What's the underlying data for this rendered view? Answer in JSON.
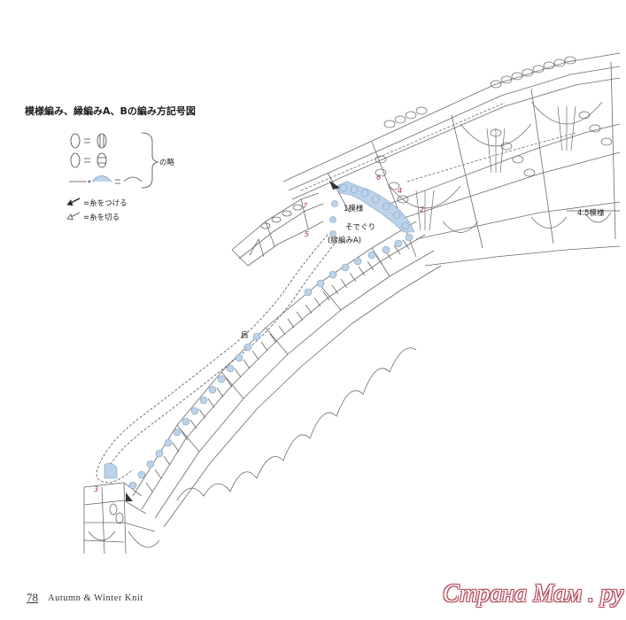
{
  "legend": {
    "title": "模様編み、縁編みA、Bの編み方記号図",
    "abbrev_label": "の略",
    "attach_label": "=糸をつける",
    "cut_label": "=糸を切る",
    "symbol_icons": [
      "popcorn-stitch-icon",
      "bobble-stitch-icon",
      "picot-chain-icon",
      "attach-yarn-icon",
      "cut-yarn-icon"
    ],
    "highlight_color": "#bcd3ea",
    "line_color": "#6a6a6a"
  },
  "diagram": {
    "repeat_label": "1模様",
    "sodeguri_label": "そでぐり",
    "edging_label": "(縁編みA)",
    "shoulder_label": "肩",
    "pattern_count_label": "4.5模様",
    "row_labels": [
      "7",
      "5",
      "6",
      "4",
      "2",
      "3"
    ]
  },
  "footer": {
    "page_number": "78",
    "book_title": "Autumn & Winter Knit"
  },
  "watermark": {
    "text": "Страна Мам . ру"
  }
}
